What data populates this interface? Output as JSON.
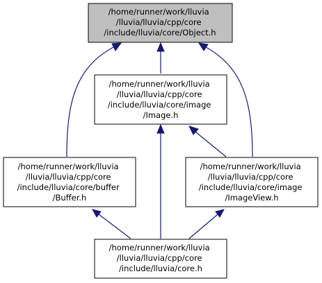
{
  "colors": {
    "highlight_fill": "#bfbfbf",
    "node_fill": "#ffffff",
    "edge": "#191970",
    "text": "#000000"
  },
  "nodes": {
    "object_h": {
      "lines": [
        "/home/runner/work/lluvia",
        "/lluvia/lluvia/cpp/core",
        "/include/lluvia/core/Object.h"
      ],
      "highlighted": true
    },
    "image_h": {
      "lines": [
        "/home/runner/work/lluvia",
        "/lluvia/lluvia/cpp/core",
        "/include/lluvia/core/image",
        "/Image.h"
      ],
      "highlighted": false
    },
    "buffer_h": {
      "lines": [
        "/home/runner/work/lluvia",
        "/lluvia/lluvia/cpp/core",
        "/include/lluvia/core/buffer",
        "/Buffer.h"
      ],
      "highlighted": false
    },
    "imageview_h": {
      "lines": [
        "/home/runner/work/lluvia",
        "/lluvia/lluvia/cpp/core",
        "/include/lluvia/core/image",
        "/ImageView.h"
      ],
      "highlighted": false
    },
    "core_h": {
      "lines": [
        "/home/runner/work/lluvia",
        "/lluvia/lluvia/cpp/core",
        "/include/lluvia/core.h"
      ],
      "highlighted": false
    }
  },
  "edges": [
    {
      "from": "image_h",
      "to": "object_h"
    },
    {
      "from": "buffer_h",
      "to": "object_h"
    },
    {
      "from": "imageview_h",
      "to": "object_h"
    },
    {
      "from": "core_h",
      "to": "image_h"
    },
    {
      "from": "imageview_h",
      "to": "image_h"
    },
    {
      "from": "core_h",
      "to": "buffer_h"
    },
    {
      "from": "core_h",
      "to": "imageview_h"
    }
  ]
}
